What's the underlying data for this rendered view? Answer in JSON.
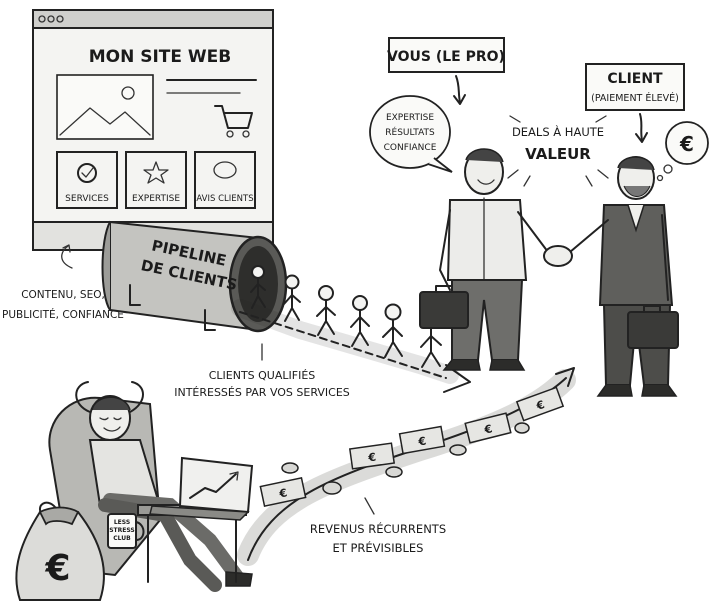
{
  "website": {
    "title": "MON SITE WEB",
    "cards": [
      "SERVICES",
      "EXPERTISE",
      "AVIS CLIENTS"
    ]
  },
  "website_note": [
    "CONTENU, SEO,",
    "PUBLICITÉ, CONFIANCE"
  ],
  "pipeline": {
    "label_line1": "PIPELINE",
    "label_line2": "DE CLIENTS",
    "caption_line1": "CLIENTS QUALIFIÉS",
    "caption_line2": "INTÉRESSÉS PAR VOS SERVICES"
  },
  "pro": {
    "label": "VOUS (LE PRO)",
    "bubble": [
      "EXPERTISE",
      "RÉSULTATS",
      "CONFIANCE"
    ]
  },
  "client": {
    "label": "CLIENT",
    "sublabel": "(PAIEMENT ÉLEVÉ)",
    "thought_symbol": "€"
  },
  "deal": {
    "line1": "DEALS À HAUTE",
    "line2": "VALEUR"
  },
  "revenue": {
    "line1": "REVENUS RÉCURRENTS",
    "line2": "ET PRÉVISIBLES",
    "bill_symbol": "€"
  },
  "money_bag_symbol": "€",
  "mug_text": [
    "LESS",
    "STRESS",
    "CLUB"
  ]
}
